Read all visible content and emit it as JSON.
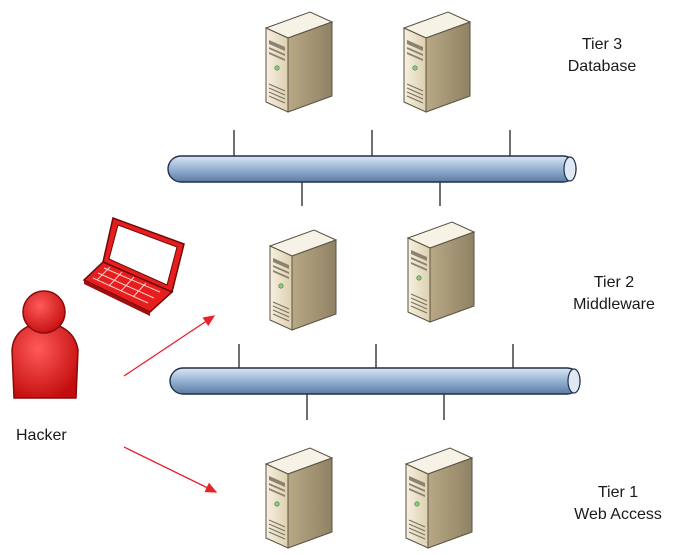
{
  "tiers": [
    {
      "name": "Tier 3",
      "role": "Database"
    },
    {
      "name": "Tier 2",
      "role": "Middleware"
    },
    {
      "name": "Tier 1",
      "role": "Web Access"
    }
  ],
  "hacker": {
    "label": "Hacker"
  },
  "colors": {
    "bus": "#9cb7d6",
    "bus_outline": "#1f2f4a",
    "server_light": "#eee5cf",
    "server_side": "#c7b793",
    "server_dark": "#6e6450",
    "hacker": "#e61e1e",
    "hacker_dark": "#a00f0f",
    "arrow": "#e8212a"
  },
  "icons": [
    "server-icon",
    "hacker-person-icon",
    "laptop-icon",
    "network-bus-icon",
    "attack-arrow-icon"
  ]
}
